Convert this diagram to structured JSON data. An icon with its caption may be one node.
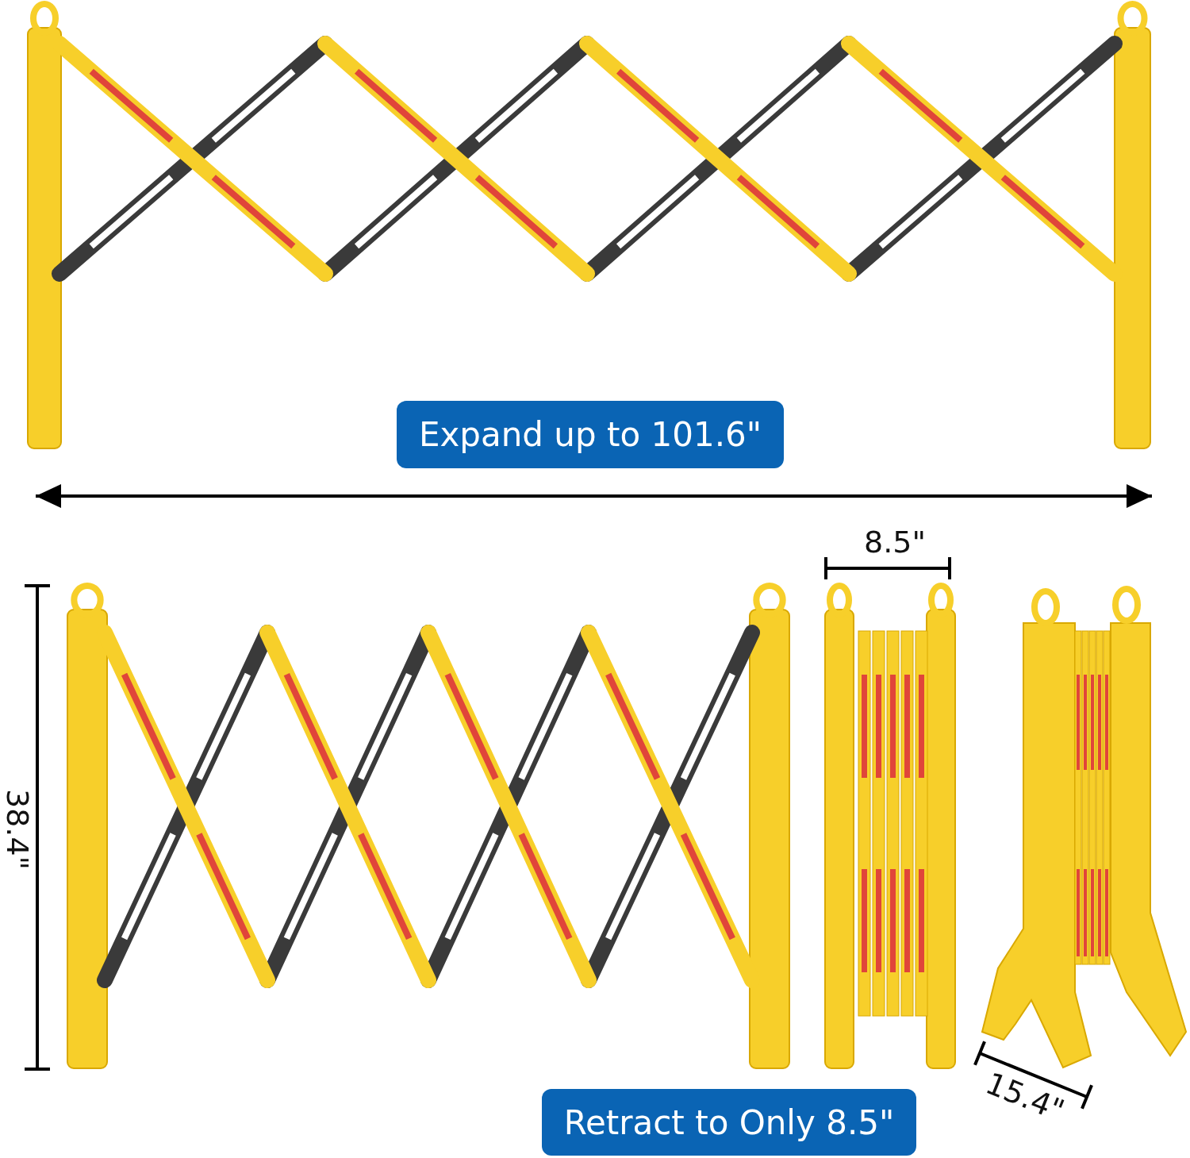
{
  "diagram": {
    "nodes": [
      {
        "text": [
          "Expand up to 101.6\""
        ]
      },
      {
        "text": [
          "Retract to Only 8.5\""
        ]
      }
    ],
    "edges": [],
    "labels": [
      "8.5\"",
      "38.4\"",
      "15.4\""
    ]
  }
}
